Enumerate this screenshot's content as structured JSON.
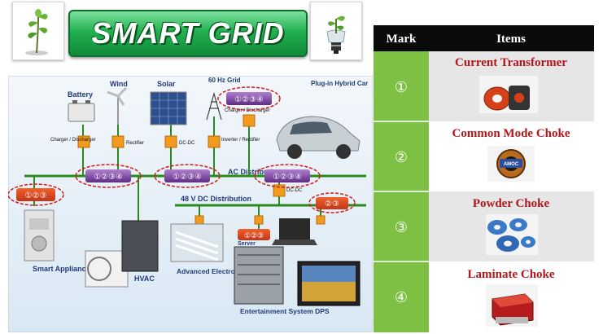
{
  "header": {
    "title": "SMART GRID"
  },
  "diagram": {
    "bubble_labels": [
      "①②③④",
      "①②③",
      "②③"
    ],
    "sources": [
      {
        "label": "Battery"
      },
      {
        "label": "Wind"
      },
      {
        "label": "Solar"
      },
      {
        "label": "60 Hz Grid"
      },
      {
        "label": "Plug-in Hybrid Car"
      }
    ],
    "converters": [
      "Charger / Discharger",
      "Rectifier",
      "DC-DC",
      "Inverter / Rectifier",
      "Charger / Discharger",
      "DC-DC"
    ],
    "buses": {
      "ac": "AC Distribution",
      "dc": "48 V DC Distribution"
    },
    "loads": [
      "Smart Appliances",
      "HVAC",
      "Advanced Electronic Lighting",
      "Server",
      "Entertainment System DPS"
    ]
  },
  "table": {
    "headers": {
      "mark": "Mark",
      "items": "Items"
    },
    "rows": [
      {
        "mark": "①",
        "item": "Current Transformer"
      },
      {
        "mark": "②",
        "item": "Common Mode Choke"
      },
      {
        "mark": "③",
        "item": "Powder Choke"
      },
      {
        "mark": "④",
        "item": "Laminate Choke"
      }
    ],
    "choke_label": "AMOC"
  },
  "colors": {
    "accent_green": "#22b04b",
    "mark_column": "#7dc043",
    "item_red": "#b3151b",
    "bus_green": "#2a8a1e",
    "bubble_purple": "#7a3d9e",
    "converter_orange": "#f39a1e"
  }
}
